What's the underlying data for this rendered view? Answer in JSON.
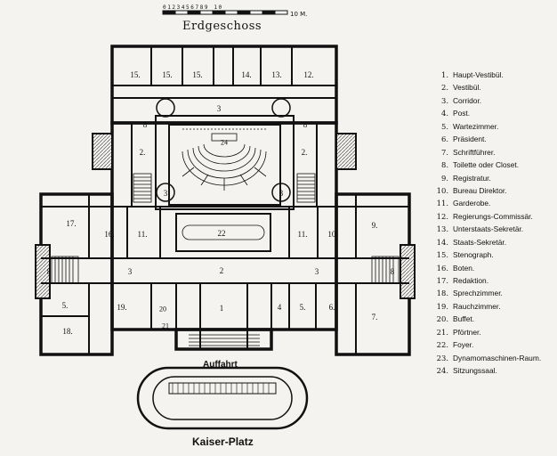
{
  "title": "Erdgeschoss",
  "scale": {
    "ticks": "0123456789 10",
    "label": "10 M."
  },
  "labels": {
    "entrance": "Auffahrt",
    "square": "Kaiser-Platz"
  },
  "legend": [
    {
      "num": "1.",
      "text": "Haupt-Vestibül."
    },
    {
      "num": "2.",
      "text": "Vestibül."
    },
    {
      "num": "3.",
      "text": "Corridor."
    },
    {
      "num": "4.",
      "text": "Post."
    },
    {
      "num": "5.",
      "text": "Wartezimmer."
    },
    {
      "num": "6.",
      "text": "Präsident."
    },
    {
      "num": "7.",
      "text": "Schriftführer."
    },
    {
      "num": "8.",
      "text": "Toilette oder Closet."
    },
    {
      "num": "9.",
      "text": "Registratur."
    },
    {
      "num": "10.",
      "text": "Bureau Direktor."
    },
    {
      "num": "11.",
      "text": "Garderobe."
    },
    {
      "num": "12.",
      "text": "Regierungs-Commissär."
    },
    {
      "num": "13.",
      "text": "Unterstaats-Sekretär."
    },
    {
      "num": "14.",
      "text": "Staats-Sekretär."
    },
    {
      "num": "15.",
      "text": "Stenograph."
    },
    {
      "num": "16.",
      "text": "Boten."
    },
    {
      "num": "17.",
      "text": "Redaktion."
    },
    {
      "num": "18.",
      "text": "Sprechzimmer."
    },
    {
      "num": "19.",
      "text": "Rauchzimmer."
    },
    {
      "num": "20.",
      "text": "Buffet."
    },
    {
      "num": "21.",
      "text": "Pförtner."
    },
    {
      "num": "22.",
      "text": "Foyer."
    },
    {
      "num": "23.",
      "text": "Dynamomaschinen-Raum."
    },
    {
      "num": "24.",
      "text": "Sitzungssaal."
    }
  ],
  "rooms": {
    "r15a": "15.",
    "r15b": "15.",
    "r15c": "15.",
    "r14": "14.",
    "r13": "13.",
    "r12": "12.",
    "r3top": "3",
    "r2l": "2.",
    "r2r": "2.",
    "r8tl": "8",
    "r8tr": "8",
    "r24": "24",
    "r3l": "3",
    "r3r": "3",
    "r17": "17.",
    "r16": "16.",
    "r11l": "11.",
    "r22": "22",
    "r11r": "11.",
    "r10": "10.",
    "r9": "9.",
    "r8l": "8",
    "r8r": "8",
    "r3w": "3",
    "r2mid": "2",
    "r3e": "3",
    "r5l": "5.",
    "r19": "19.",
    "r20": "20",
    "r1": "1",
    "r4": "4",
    "r5r": "5.",
    "r6": "6.",
    "r7": "7.",
    "r18": "18.",
    "r21": "21"
  }
}
